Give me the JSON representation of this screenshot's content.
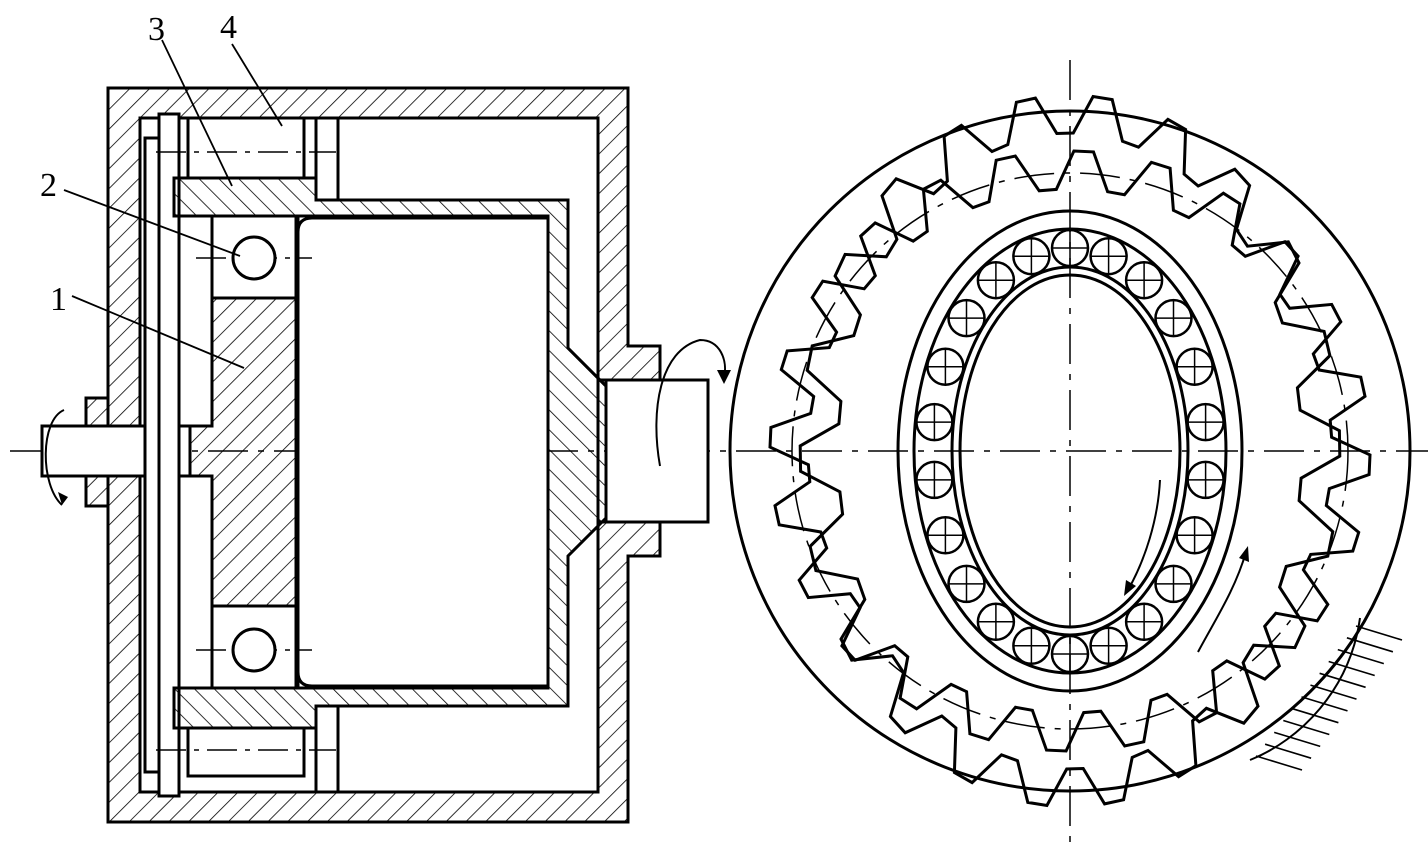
{
  "figure": {
    "labels": {
      "part1": "1",
      "part2": "2",
      "part3": "3",
      "part4": "4"
    },
    "gear": {
      "teeth": 24,
      "balls": 22
    },
    "colors": {
      "stroke": "#000000",
      "background": "#ffffff"
    }
  }
}
